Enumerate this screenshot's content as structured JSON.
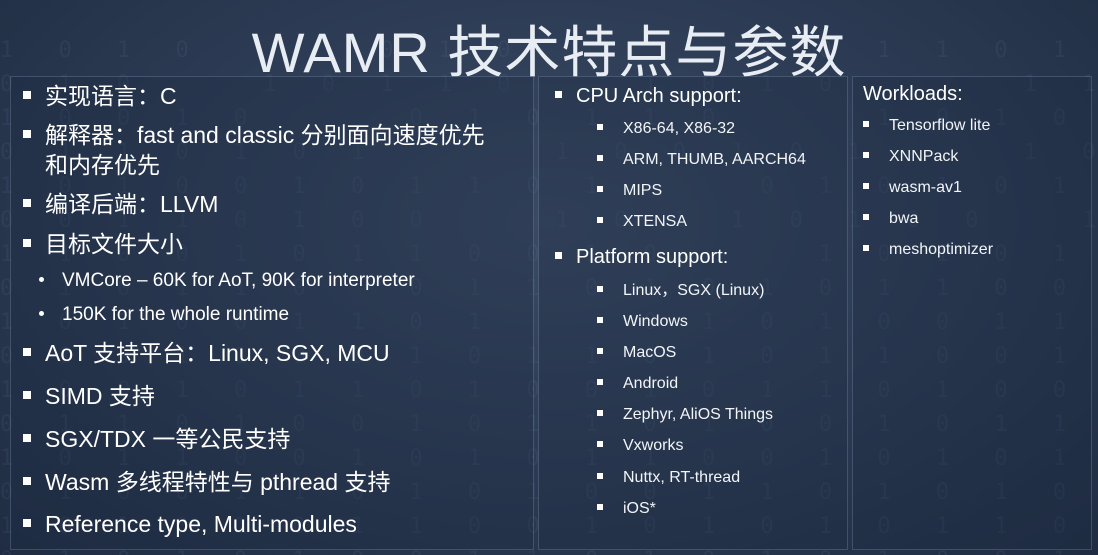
{
  "title": "WAMR 技术特点与参数",
  "left": {
    "items": [
      {
        "text": "实现语言：C"
      },
      {
        "text": "解释器：fast and classic 分别面向速度优先",
        "text2": "和内存优先"
      },
      {
        "text": "编译后端：LLVM"
      },
      {
        "text": "目标文件大小"
      },
      {
        "text": "AoT 支持平台：Linux, SGX, MCU"
      },
      {
        "text": "SIMD 支持"
      },
      {
        "text": "SGX/TDX 一等公民支持"
      },
      {
        "text": "Wasm 多线程特性与 pthread 支持"
      },
      {
        "text": "Reference type, Multi-modules"
      }
    ],
    "subitems": [
      "VMCore – 60K for AoT, 90K for interpreter",
      "150K for the whole runtime"
    ]
  },
  "middle": {
    "cpu_label": "CPU Arch support:",
    "cpu_items": [
      "X86-64, X86-32",
      "ARM, THUMB, AARCH64",
      "MIPS",
      "XTENSA"
    ],
    "platform_label": "Platform support:",
    "platform_items": [
      "Linux，SGX (Linux)",
      "Windows",
      "MacOS",
      "Android",
      "Zephyr, AliOS Things",
      "Vxworks",
      "Nuttx, RT-thread",
      "iOS*"
    ]
  },
  "right": {
    "label": "Workloads:",
    "items": [
      "Tensorflow lite",
      "XNNPack",
      "wasm-av1",
      "bwa",
      "meshoptimizer"
    ]
  }
}
